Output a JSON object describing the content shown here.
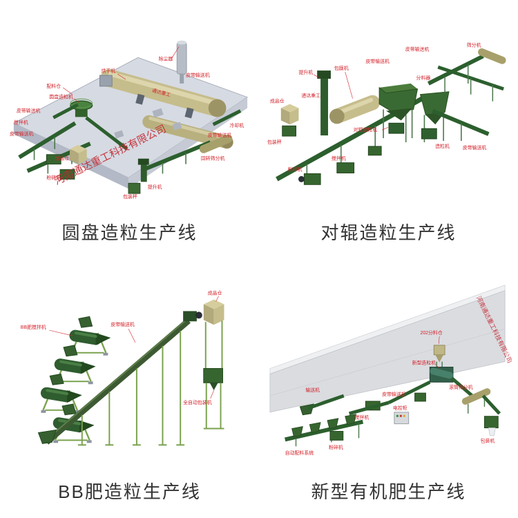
{
  "watermark": "河南通达重工科技有限公司",
  "brand_short": "通达重工",
  "colors": {
    "label_red": "#d3222a",
    "machine_green": "#37652f",
    "drum_khaki": "#c6bd8c",
    "platform_gray": "#d6dae2",
    "caption_color": "#333333"
  },
  "sections": [
    {
      "id": "disc",
      "caption": "圆盘造粒生产线",
      "labels": [
        "配料仓",
        "皮带输送机",
        "搅拌机",
        "皮带输送机",
        "烘干机",
        "除尘器",
        "皮带输送机",
        "冷却机",
        "皮带输送机",
        "回转筛分机",
        "成品仓",
        "粉碎机",
        "包装秤",
        "圆盘造粒机",
        "提升机"
      ]
    },
    {
      "id": "roller",
      "caption": "对辊造粒生产线",
      "labels": [
        "成品仓",
        "包装秤",
        "提升机",
        "包膜机",
        "皮带输送机",
        "皮带输送机",
        "筛分机",
        "分料器",
        "对辊造粒机",
        "造粒机",
        "皮带输送机",
        "粉碎机",
        "搅拌机"
      ]
    },
    {
      "id": "bb",
      "caption": "BB肥造粒生产线",
      "labels": [
        "BB肥搅拌机",
        "皮带输送机",
        "成品仓",
        "全自动包装机"
      ]
    },
    {
      "id": "organic",
      "caption": "新型有机肥生产线",
      "labels": [
        "202分料仓",
        "输送机",
        "自动配料系统",
        "粉碎机",
        "电控柜",
        "新型造粒机",
        "滚筒筛分机",
        "包装机",
        "皮带输送机",
        "搅拌机"
      ]
    }
  ]
}
